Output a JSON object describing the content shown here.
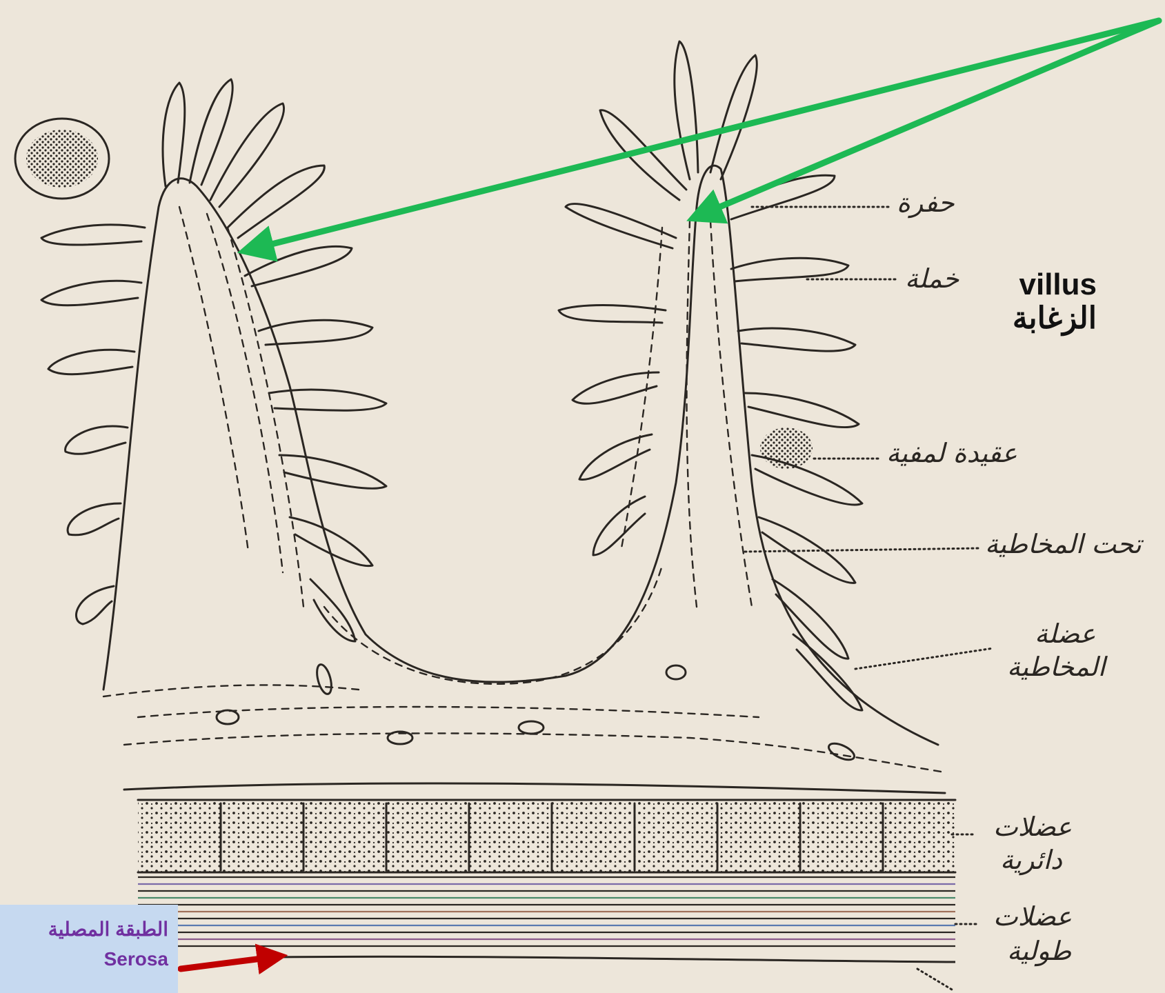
{
  "labels": {
    "pit": "حفرة",
    "villus_ar": "خملة",
    "lymph_nodule": "عقيدة لمفية",
    "submucosa": "تحت المخاطية",
    "muscularis_mucosa_line1": "عضلة",
    "muscularis_mucosa_line2": "المخاطية",
    "circular_muscle_line1": "عضلات",
    "circular_muscle_line2": "دائرية",
    "longitudinal_muscle_line1": "عضلات",
    "longitudinal_muscle_line2": "طولية"
  },
  "villus_callout": {
    "english": "villus",
    "arabic": "الزغابة"
  },
  "serosa_callout": {
    "arabic": "الطبقة المصلية",
    "english": "Serosa"
  },
  "colors": {
    "background": "#ede6da",
    "ink": "#2a2622",
    "pointer_green": "#1db954",
    "pointer_red": "#c00000",
    "serosa_box_bg": "#c6d9f0",
    "serosa_text": "#7030a0"
  }
}
